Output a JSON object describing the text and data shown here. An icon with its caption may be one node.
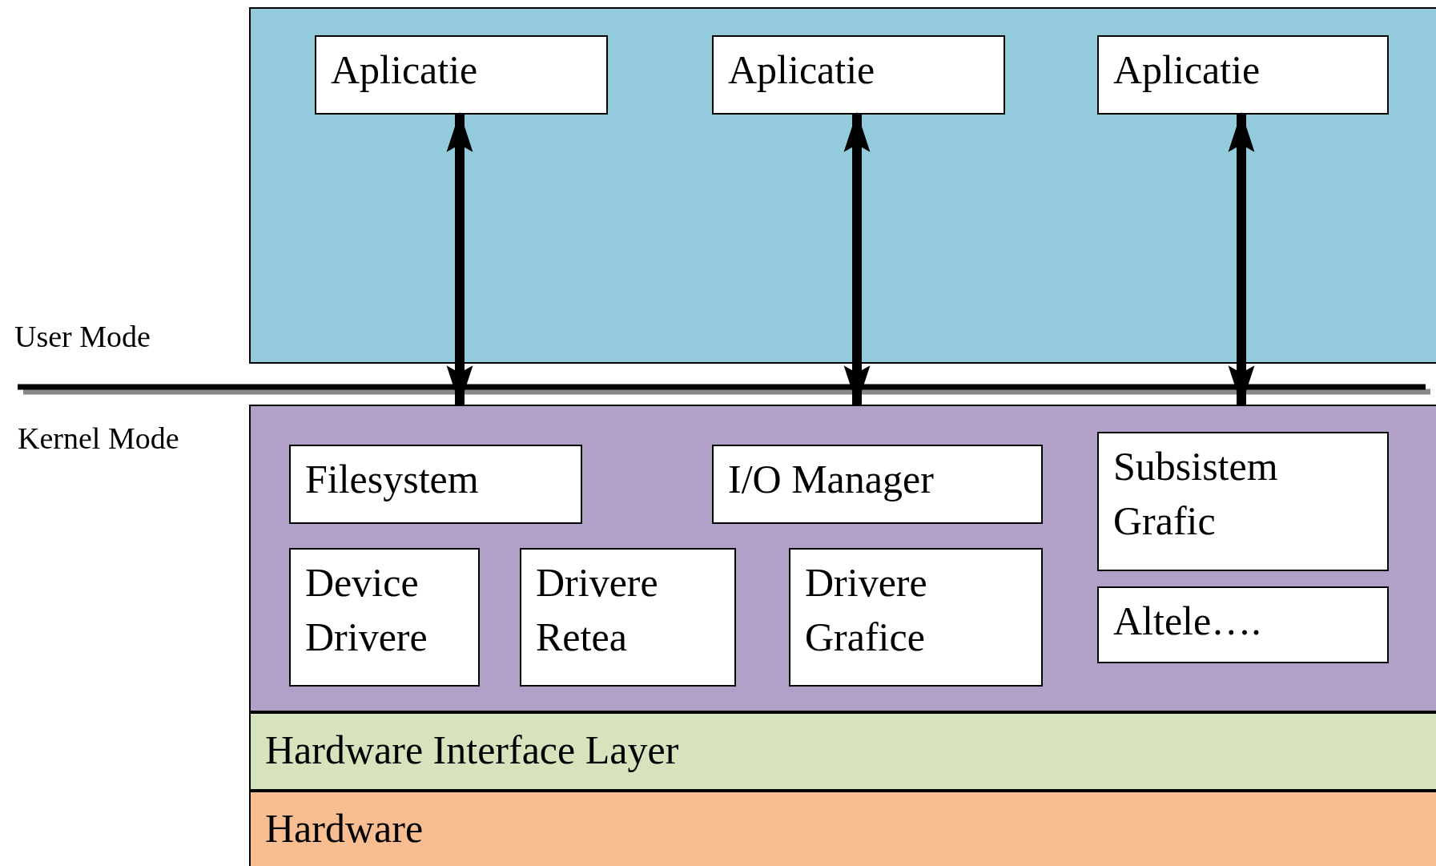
{
  "diagram": {
    "nodes": [
      {
        "text": [],
        "shape": "box"
      },
      {
        "text": [
          "Aplicatie"
        ],
        "in": 0
      },
      {
        "text": [
          "Aplicatie"
        ],
        "in": 0
      },
      {
        "text": [
          "Aplicatie"
        ],
        "in": 0
      },
      {
        "text": [],
        "shape": "box"
      },
      {
        "text": [
          "Filesystem"
        ],
        "in": 4
      },
      {
        "text": [
          "I/O Manager"
        ],
        "in": 4
      },
      {
        "text": [
          "Subsistem Grafic"
        ],
        "in": 4
      },
      {
        "text": [
          "Device Drivere"
        ],
        "in": 4
      },
      {
        "text": [
          "Drivere Retea"
        ],
        "in": 4
      },
      {
        "text": [
          "Drivere Grafice"
        ],
        "in": 4
      },
      {
        "text": [
          "Altele…."
        ],
        "in": 4
      },
      {
        "text": [
          "Hardware Interface Layer"
        ]
      },
      {
        "text": [
          "Hardware"
        ]
      }
    ],
    "edges": [
      {
        "from": 1,
        "to": 4,
        "arrow": "both"
      },
      {
        "from": 2,
        "to": 4,
        "arrow": "both"
      },
      {
        "from": 3,
        "to": 4,
        "arrow": "both"
      }
    ],
    "labels": [
      "User Mode",
      "Kernel Mode"
    ]
  }
}
